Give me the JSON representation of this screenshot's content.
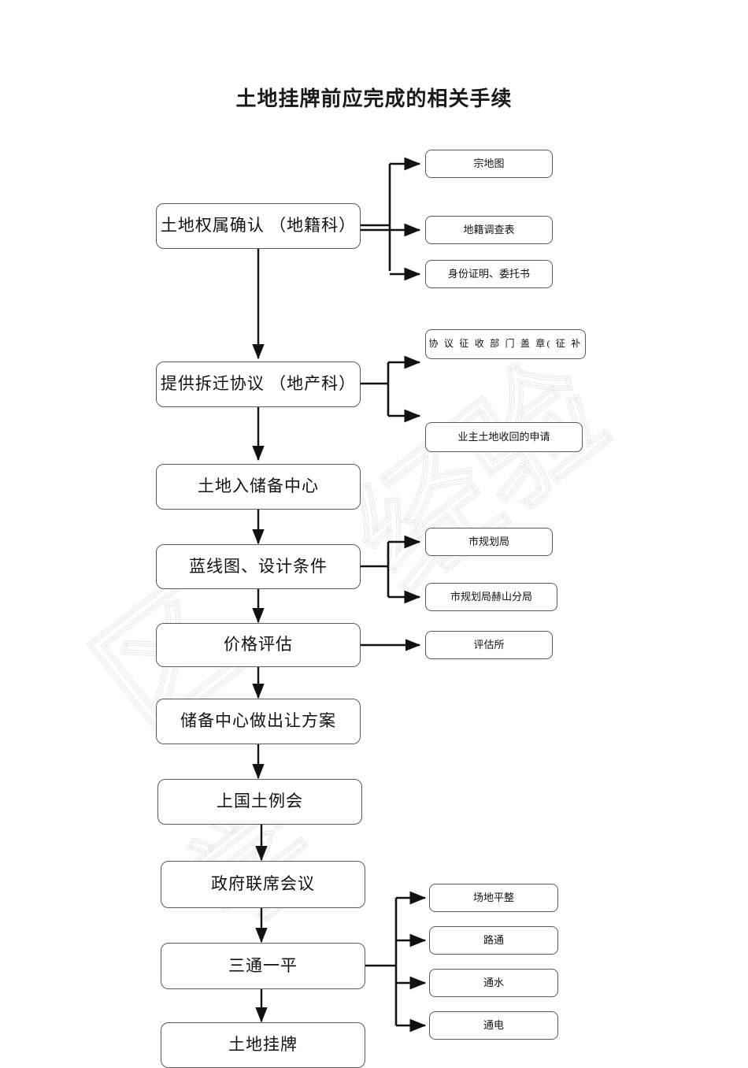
{
  "document": {
    "title": "土地挂牌前应完成的相关手续"
  },
  "watermark": {
    "fragments": [
      "区",
      "经验",
      "学"
    ]
  },
  "flow": {
    "main_steps": [
      {
        "id": "step-land-ownership",
        "label": "土地权属确认 （地籍科）"
      },
      {
        "id": "step-demolition-deal",
        "label": "提供拆迁协议 （地产科）"
      },
      {
        "id": "step-reserve-center",
        "label": "土地入储备中心"
      },
      {
        "id": "step-blueline-design",
        "label": "蓝线图、设计条件"
      },
      {
        "id": "step-price-appraisal",
        "label": "价格评估"
      },
      {
        "id": "step-transfer-plan",
        "label": "储备中心做出让方案"
      },
      {
        "id": "step-land-meeting",
        "label": "上国土例会"
      },
      {
        "id": "step-joint-meeting",
        "label": "政府联席会议"
      },
      {
        "id": "step-three-one-level",
        "label": "三通一平"
      },
      {
        "id": "step-land-listing",
        "label": "土地挂牌"
      }
    ],
    "branches": [
      {
        "from": "step-land-ownership",
        "items": [
          {
            "id": "doc-parcel-map",
            "label": "宗地图"
          },
          {
            "id": "doc-cadastral-survey",
            "label": "地籍调查表"
          },
          {
            "id": "doc-id-and-proxy",
            "label": "身份证明、委托书"
          }
        ]
      },
      {
        "from": "step-demolition-deal",
        "items": [
          {
            "id": "doc-expropriation-seal",
            "label": "协 议 征 收 部 门 盖 章( 征 补"
          },
          {
            "id": "doc-owner-reclaim-app",
            "label": "业主土地收回的申请"
          }
        ]
      },
      {
        "from": "step-blueline-design",
        "items": [
          {
            "id": "org-city-planning-bureau",
            "label": "市规划局"
          },
          {
            "id": "org-city-planning-heshan-branch",
            "label": "市规划局赫山分局"
          }
        ]
      },
      {
        "from": "step-price-appraisal",
        "items": [
          {
            "id": "org-appraisal-office",
            "label": "评估所"
          }
        ]
      },
      {
        "from": "step-three-one-level",
        "items": [
          {
            "id": "work-site-leveling",
            "label": "场地平整"
          },
          {
            "id": "work-road-access",
            "label": "路通"
          },
          {
            "id": "work-water-access",
            "label": "通水"
          },
          {
            "id": "work-power-access",
            "label": "通电"
          }
        ]
      }
    ]
  },
  "colors": {
    "box_border": "#5a5a5a",
    "connector": "#111111",
    "text": "#111111",
    "background": "#ffffff",
    "watermark": "#e8e8e8"
  }
}
